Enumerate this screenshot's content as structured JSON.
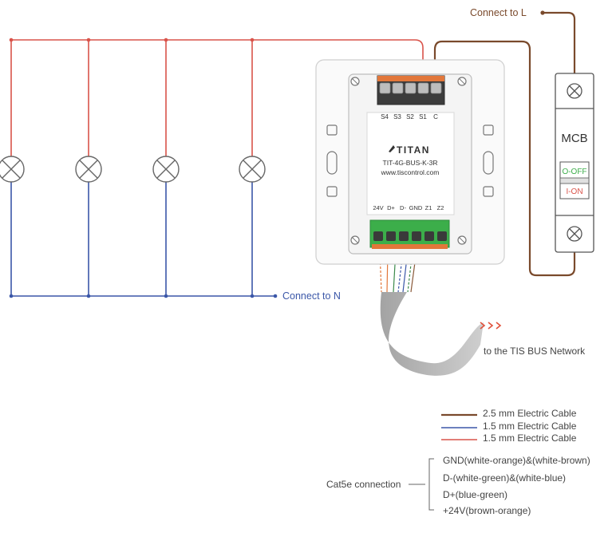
{
  "connect_l": "Connect to L",
  "connect_n": "Connect to N",
  "device": {
    "brand": "TITAN",
    "model": "TIT-4G-BUS-K-3R",
    "website": "www.tiscontrol.com",
    "top_terminals": [
      "S4",
      "S3",
      "S2",
      "S1",
      "C"
    ],
    "bottom_terminals": [
      "24V",
      "D+",
      "D-",
      "GND",
      "Z1",
      "Z2"
    ]
  },
  "mcb": {
    "label": "MCB",
    "off": "O-OFF",
    "on": "I-ON"
  },
  "cable": {
    "label": "Cat5e",
    "network": "to the TIS BUS Network"
  },
  "legend": [
    {
      "label": "2.5 mm Electric Cable",
      "color": "#7a4a2c"
    },
    {
      "label": "1.5 mm Electric Cable",
      "color": "#3b57a8"
    },
    {
      "label": "1.5 mm Electric Cable",
      "color": "#d9534a"
    }
  ],
  "cat5e": {
    "title": "Cat5e connection",
    "items": [
      "GND(white-orange)&(white-brown)",
      "D-(white-green)&(white-blue)",
      "D+(blue-green)",
      "+24V(brown-orange)"
    ]
  },
  "colors": {
    "red": "#d9534a",
    "blue": "#3b57a8",
    "brown": "#7a4a2c",
    "orange_terminal": "#e2773a",
    "green_terminal": "#3cae4a"
  }
}
